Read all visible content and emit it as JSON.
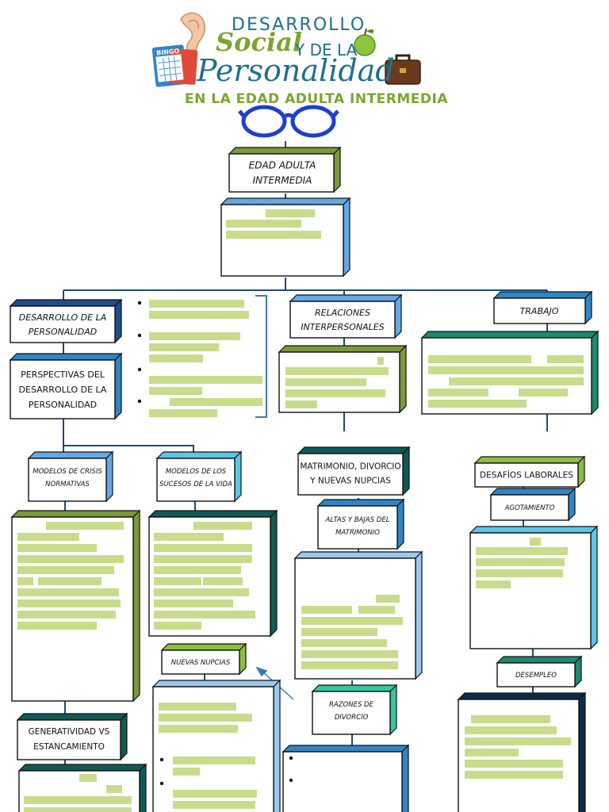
{
  "header": {
    "line1": "DESARROLLO",
    "line2": "Social",
    "line3": "Y DE LA",
    "line4": "Personalidad",
    "line5": "EN LA EDAD ADULTA INTERMEDIA",
    "bingo_label": "BINGO"
  },
  "nodes": {
    "root": [
      "EDAD ADULTA",
      "INTERMEDIA"
    ],
    "desarrollo": [
      "DESARROLLO DE LA",
      "PERSONALIDAD"
    ],
    "perspectivas": [
      "PERSPECTIVAS DEL",
      "DESARROLLO DE LA",
      "PERSONALIDAD"
    ],
    "relaciones": [
      "RELACIONES",
      "INTERPERSONALES"
    ],
    "trabajo": [
      "TRABAJO"
    ],
    "crisis": [
      "MODELOS DE CRISIS",
      "NORMATIVAS"
    ],
    "sucesos": [
      "MODELOS DE LOS",
      "SUCESOS DE LA VIDA"
    ],
    "matrimonio": [
      "MATRIMONIO, DIVORCIO",
      "Y NUEVAS NUPCIAS"
    ],
    "desafios": [
      "DESAFÍOS LABORALES"
    ],
    "altas": [
      "ALTAS Y BAJAS DEL",
      "MATRIMONIO"
    ],
    "agotamiento": [
      "AGOTAMIENTO"
    ],
    "nuevas": [
      "NUEVAS NUPCIAS"
    ],
    "desempleo": [
      "DESEMPLEO"
    ],
    "razones": [
      "RAZONES DE",
      "DIVORCIO"
    ],
    "generatividad": [
      "GENERATIVIDAD VS",
      "ESTANCAMIENTO"
    ]
  },
  "colors": {
    "olive": "#7b9a3a",
    "light_blue": "#63a9e6",
    "navy": "#1c4f8c",
    "mid_blue": "#2f86c4",
    "teal": "#1d8a6e",
    "dark_teal": "#0f5a55",
    "cyan": "#5cc6e6",
    "lime": "#8cbf3f",
    "mint": "#34c7a0",
    "sky": "#9cc8ee",
    "dark_navy": "#122a4a",
    "highlight": "#c8dc8c",
    "connector": "#1f4a7a"
  }
}
